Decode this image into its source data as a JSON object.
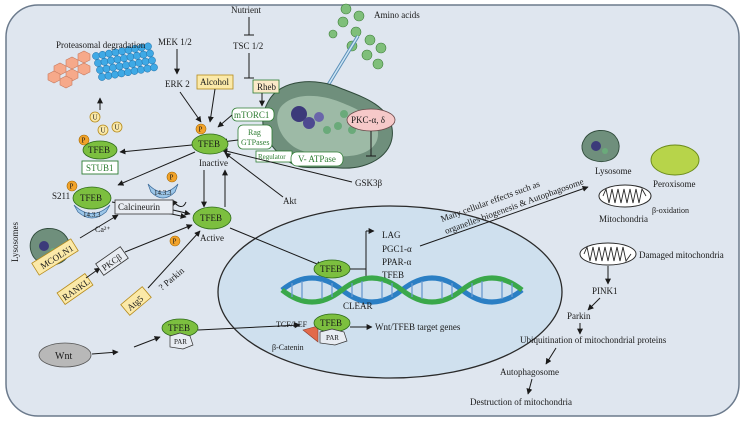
{
  "labels": {
    "proteasomal_degradation": "Proteasomal degradation",
    "mek": "MEK 1/2",
    "erk": "ERK 2",
    "nutrient": "Nutrient",
    "tsc": "TSC 1/2",
    "amino_acids": "Amino acids",
    "alcohol": "Alcohol",
    "rheb": "Rheb",
    "mtorc1": "mTORC1",
    "rag": "Rag",
    "gtpases": "GTPases",
    "regulator": "Regulator",
    "v_atpase": "V- ATPase",
    "pkc": "PKC-α, δ",
    "gsk3b": "GSK3β",
    "akt": "Akt",
    "inactive": "Inactive",
    "active": "Active",
    "stub1": "STUB1",
    "s211": "S211",
    "tfeb": "TFEB",
    "protein_1433": "14.3.3",
    "p": "P",
    "u": "U",
    "lysosomes": "Lysosomes",
    "mcoln1": "MCOLN1",
    "calcineurin": "Calcineurin",
    "ca2": "Ca²⁺",
    "pkcb": "PKCβ",
    "rankl": "RANKL",
    "parkin_q": "? Parkin",
    "atg5": "Atg5",
    "wnt": "Wnt",
    "par": "PAR",
    "tcf_lef": "TCF/LEF",
    "b_catenin": "β-Catenin",
    "clear": "CLEAR",
    "wnt_target": "Wnt/TFEB target genes",
    "lag": "LAG",
    "pgc1a": "PGC1-α",
    "ppar": "PPAR-α",
    "tfeb_gene": "TFEB",
    "effects_line1": "Many cellular effects such as",
    "effects_line2": "organelles biogenesis & Autophagosome",
    "lysosome": "Lysosome",
    "peroxisome": "Peroxisome",
    "mitochondria": "Mitochondria",
    "b_oxidation": "β-oxidation",
    "damaged_mito": "Damaged mitochondria",
    "pink1": "PINK1",
    "parkin": "Parkin",
    "ubiquitination": "Ubiquitination of mitochondrial proteins",
    "autophagosome": "Autophagosome",
    "destruction": "Destruction of mitochondria"
  },
  "colors": {
    "cell_fill": "#dfe6ef",
    "nucleus_fill": "#cfe0ee",
    "tfeb_green": "#7cbf3f",
    "phospho_orange": "#f2a32a",
    "box_yellow": "#fbe9a8",
    "rag_box": "#ffffff",
    "pkc_fill": "#f6c9c9",
    "proteasome_blue": "#3fa9e5",
    "ubiquitin_orange": "#f6a98a",
    "dna_blue": "#2b7fc4",
    "dna_green": "#3aa84a"
  }
}
